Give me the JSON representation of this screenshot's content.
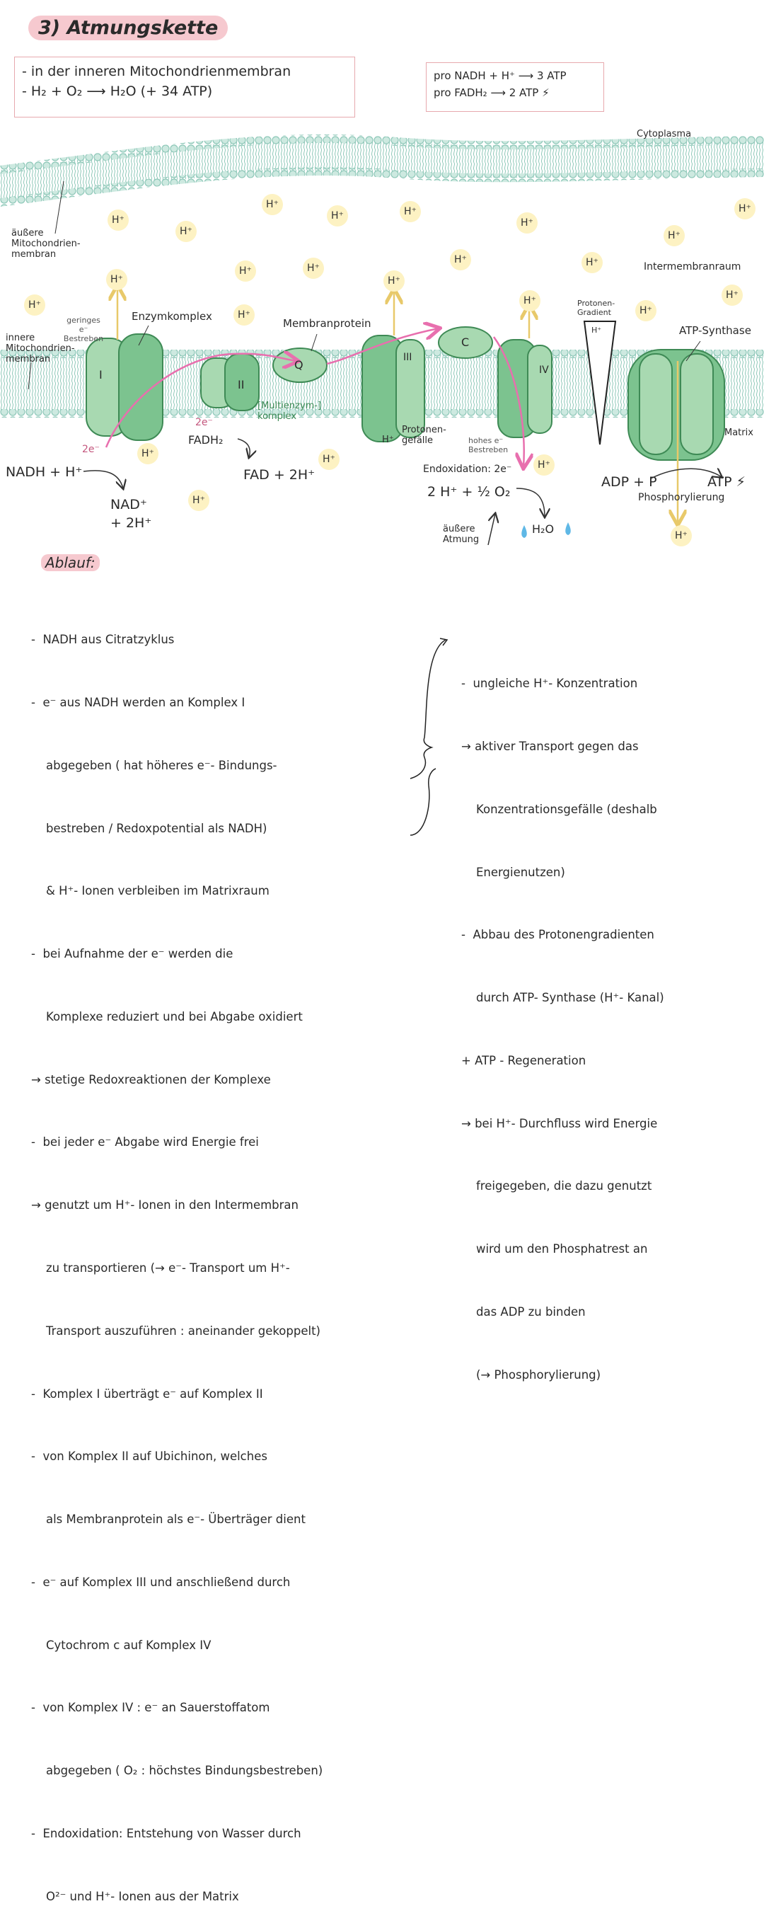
{
  "title": "3) Atmungskette",
  "summary_box": {
    "lines": [
      "- in der inneren Mitochondrienmembran",
      "- H₂ + O₂ ⟶ H₂O (+ 34 ATP)"
    ]
  },
  "atp_box": {
    "lines": [
      "pro NADH + H⁺ ⟶ 3 ATP",
      "pro FADH₂ ⟶ 2 ATP ⚡"
    ]
  },
  "labels": {
    "cytoplasma": "Cytoplasma",
    "outer_membrane": "äußere Mitochondrien-membran",
    "inner_membrane": "innere Mitochondrien-membran",
    "intermembrane": "Intermembranraum",
    "matrix": "Matrix",
    "low_affinity": "geringes e⁻ Bestreben",
    "high_affinity": "hohes e⁻ Bestreben",
    "enzyme_complex": "Enzymkomplex",
    "membrane_protein": "Membranprotein",
    "multienzyme_complex": "[Multienzym-] komplex",
    "proton_gradient": "Protonen-Gradient",
    "proton_gradient_h": "H⁺",
    "proton_fall": "Protonen-gefälle",
    "proton_fall_h": "H⁺",
    "atp_synthase": "ATP-Synthase",
    "complex_1": "I",
    "complex_2": "II",
    "complex_3": "III",
    "complex_4": "IV",
    "ubiquinone": "Q",
    "cytochrome": "C",
    "nadh": "NADH + H⁺",
    "nad": "NAD⁺ + 2H⁺",
    "two_e_1": "2e⁻",
    "two_e_2": "2e⁻",
    "fadh2": "FADH₂",
    "fad": "FAD + 2H⁺",
    "end_oxidation": "Endoxidation: 2e⁻",
    "water_eq": "2 H⁺ + ½ O₂",
    "h2o": "H₂O",
    "outer_respiration": "äußere Atmung",
    "adp": "ADP + P",
    "atp": "ATP ⚡",
    "phosphorylation": "Phosphorylierung",
    "h_plus": "H⁺"
  },
  "ablauf": {
    "heading": "Ablauf:",
    "left_lines": [
      "-  NADH aus Citratzyklus",
      "-  e⁻ aus NADH werden an Komplex I",
      "    abgegeben ( hat höheres e⁻- Bindungs-",
      "    bestreben / Redoxpotential als NADH)",
      "    & H⁺- Ionen verbleiben im Matrixraum",
      "-  bei Aufnahme der e⁻ werden die",
      "    Komplexe reduziert und bei Abgabe oxidiert",
      "→ stetige Redoxreaktionen der Komplexe",
      "-  bei jeder e⁻ Abgabe wird Energie frei",
      "→ genutzt um H⁺- Ionen in den Intermembran",
      "    zu transportieren (→ e⁻- Transport um H⁺-",
      "    Transport auszuführen : aneinander gekoppelt)",
      "-  Komplex I überträgt e⁻ auf Komplex II",
      "-  von Komplex II auf Ubichinon, welches",
      "    als Membranprotein als e⁻- Überträger dient",
      "-  e⁻ auf Komplex III und anschließend durch",
      "    Cytochrom c auf Komplex IV",
      "-  von Komplex IV : e⁻ an Sauerstoffatom",
      "    abgegeben ( O₂ : höchstes Bindungsbestreben)",
      "-  Endoxidation: Entstehung von Wasser durch",
      "    O²⁻ und H⁺- Ionen aus der Matrix"
    ],
    "right_lines": [
      "-  ungleiche H⁺- Konzentration",
      "→ aktiver Transport gegen das",
      "    Konzentrationsgefälle (deshalb",
      "    Energienutzen)",
      "-  Abbau des Protonengradienten",
      "    durch ATP- Synthase (H⁺- Kanal)",
      "+ ATP - Regeneration",
      "→ bei H⁺- Durchfluss wird Energie",
      "    freigegeben, die dazu genutzt",
      "    wird um den Phosphatrest an",
      "    das ADP zu binden",
      "    (→ Phosphorylierung)"
    ]
  },
  "colors": {
    "membrane": "#8fc8b9",
    "protein_fill": "#a8d9b1",
    "protein_dark": "#7cc38f",
    "protein_stroke": "#3e8a55",
    "arrow_pink": "#e86fae",
    "arrow_yellow": "#e8c96a",
    "hplus_bg": "#fdf2c3",
    "highlight": "#f6c9cf",
    "water": "#5fb8e6"
  }
}
